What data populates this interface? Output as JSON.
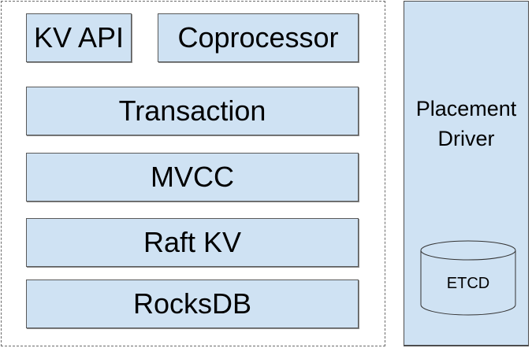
{
  "diagram": {
    "tikv_layers": {
      "api_layer": [
        {
          "label": "KV API"
        },
        {
          "label": "Coprocessor"
        }
      ],
      "stack": [
        {
          "label": "Transaction"
        },
        {
          "label": "MVCC"
        },
        {
          "label": "Raft KV"
        },
        {
          "label": "RocksDB"
        }
      ]
    },
    "placement_driver": {
      "title_line1": "Placement",
      "title_line2": "Driver",
      "storage": {
        "label": "ETCD",
        "icon": "database-cylinder-icon"
      }
    },
    "colors": {
      "box_fill": "#cfe2f3",
      "box_border": "#595959",
      "frame_border": "#6b6b6b"
    }
  }
}
